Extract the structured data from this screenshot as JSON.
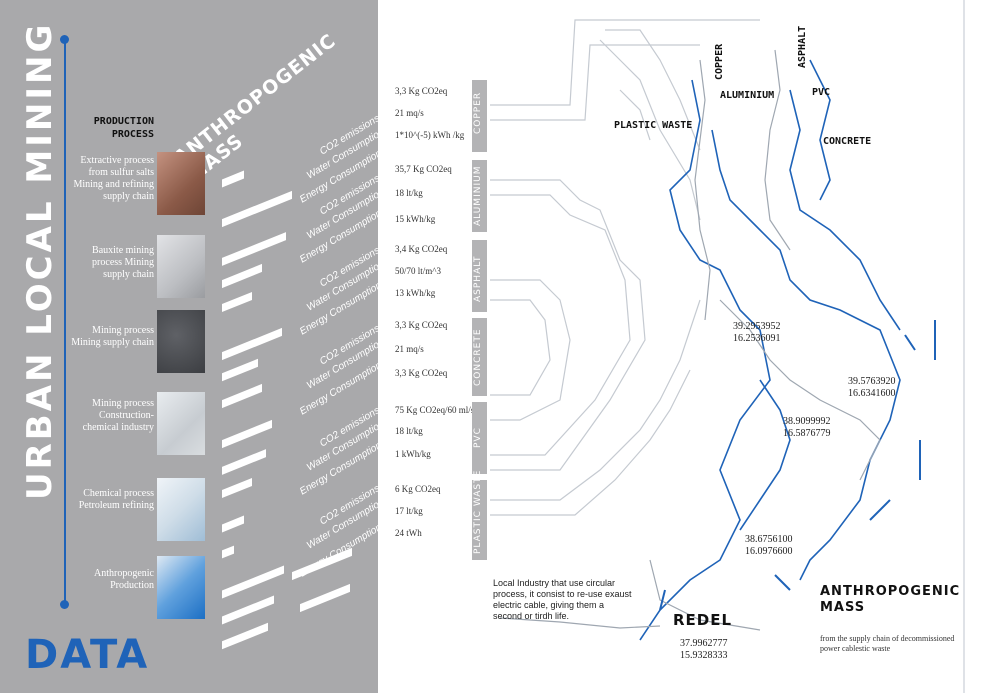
{
  "title": "URBAN LOCAL MINING",
  "logo": "DATA",
  "production_process": "PRODUCTION PROCESS",
  "anthropogenic_mass": "ANTHROPOGENIC MASS",
  "metric_labels": [
    "CO2 emissions",
    "Water Consumption",
    "Energy Consumption"
  ],
  "descriptions": [
    "Extractive process from sulfur salts Mining and refining supply chain",
    "Bauxite mining process Mining supply chain",
    "Mining process Mining supply chain",
    "Mining process Construction- chemical industry",
    "Chemical process Petroleum refining",
    "Anthropogenic Production"
  ],
  "values": [
    "3,3 Kg CO2eq",
    "21 mq/s",
    "1*10^(-5) kWh /kg",
    "35,7 Kg CO2eq",
    "18 lt/kg",
    "15 kWh/kg",
    "3,4 Kg CO2eq",
    "50/70  lt/m^3",
    "13 kWh/kg",
    "3,3 Kg CO2eq",
    "21 mq/s",
    "3,3 Kg CO2eq",
    "75 Kg CO2eq/60 ml/s",
    "18 lt/kg",
    "1 kWh/kg",
    "6 Kg CO2eq",
    "17 lt/kg",
    "24 tWh"
  ],
  "materials_tabs": [
    "COPPER",
    "ALUMINIUM",
    "ASPHALT",
    "CONCRETE",
    "PVC",
    "PLASTIC WASTE"
  ],
  "map": {
    "labels": {
      "plastic_waste": "PLASTIC WASTE",
      "copper": "COPPER",
      "aluminium": "ALUMINIUM",
      "asphalt": "ASPHALT",
      "pvc": "PVC",
      "concrete": "CONCRETE"
    },
    "coords": [
      {
        "lat": "39.2953952",
        "lon": "16.2536091"
      },
      {
        "lat": "39.5763920",
        "lon": "16.6341600"
      },
      {
        "lat": "38.9099992",
        "lon": "16.5876779"
      },
      {
        "lat": "38.6756100",
        "lon": "16.0976600"
      },
      {
        "lat": "37.9962777",
        "lon": "15.9328333"
      }
    ],
    "note": "Local Industry that use circular process, it consist to re-use exaust electric cable, giving them a second or tirdh life.",
    "redel": "REDEL",
    "anthropogenic_title": "ANTHROPOGENIC MASS",
    "anthropogenic_sub": "from the supply chain of decommissioned power cablestic waste"
  },
  "colors": {
    "accent": "#1f63b8",
    "panel": "#a9a9ab"
  }
}
